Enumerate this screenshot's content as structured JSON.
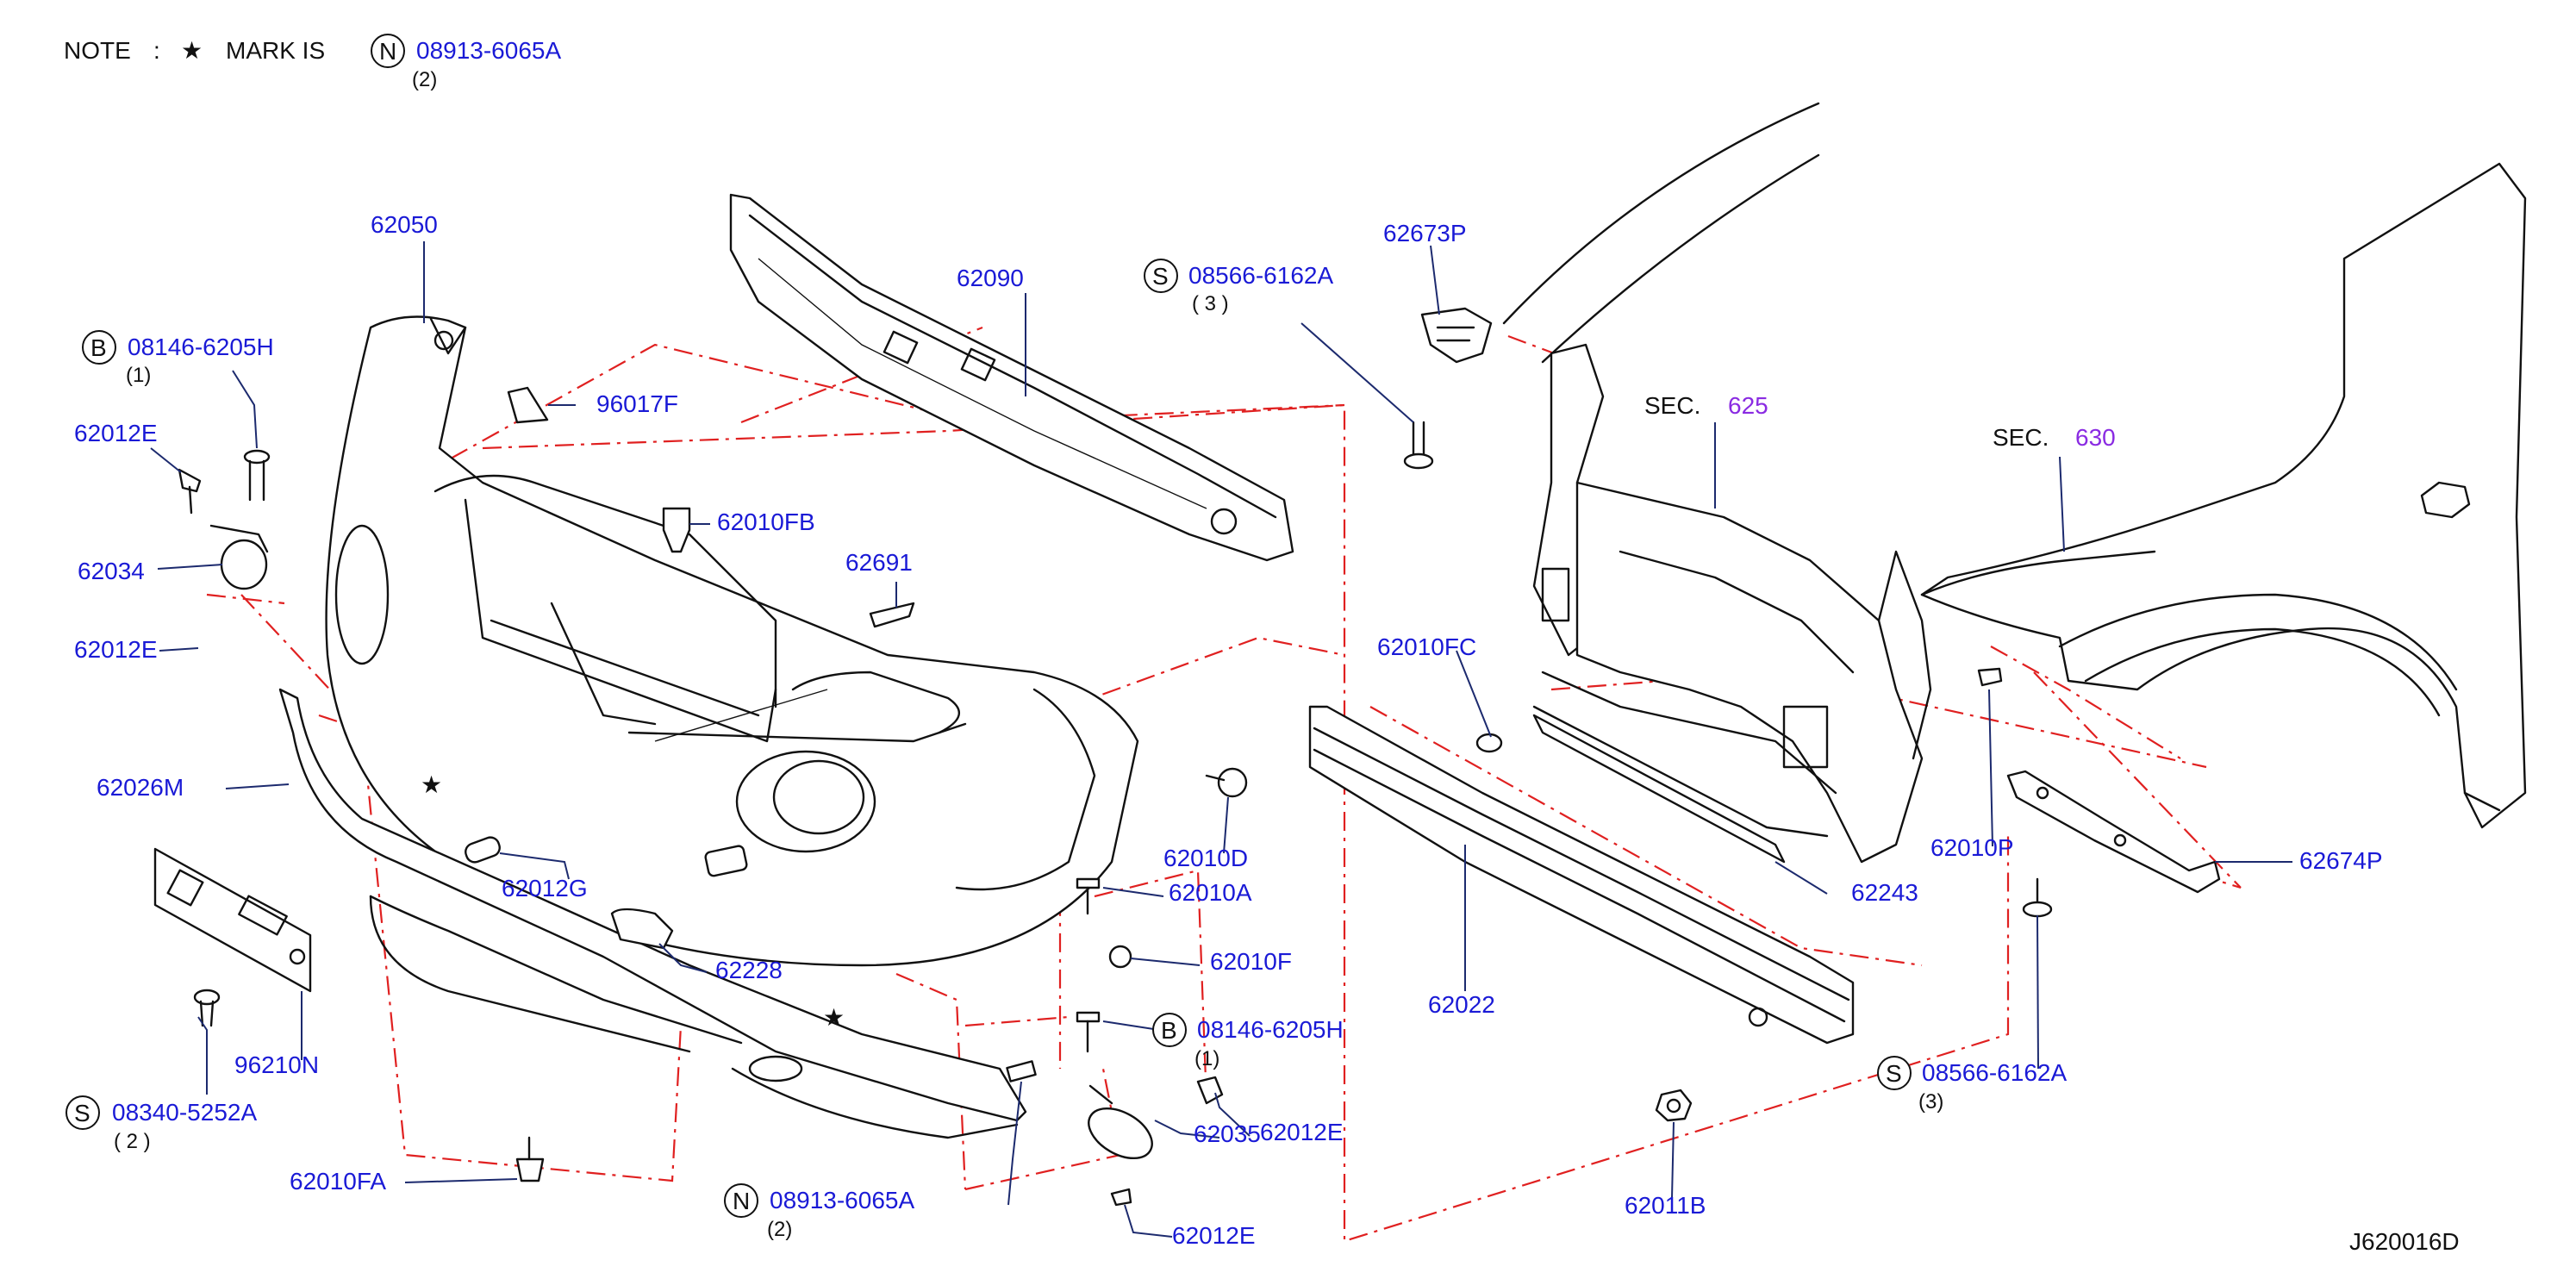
{
  "note": {
    "prefix": "NOTE",
    "colon": ":",
    "star": "★",
    "mark_is": "MARK  IS",
    "symbol": "N",
    "part": "08913-6065A",
    "qty": "(2)"
  },
  "labels": {
    "p62050": "62050",
    "p62090": "62090",
    "p96017F": "96017F",
    "p62010FB": "62010FB",
    "p62691": "62691",
    "p62012E_a": "62012E",
    "p62034": "62034",
    "p62012E_b": "62012E",
    "p62026M": "62026M",
    "p62012G": "62012G",
    "p62228": "62228",
    "p96210N": "96210N",
    "p62010FA": "62010FA",
    "p62010D": "62010D",
    "p62010A": "62010A",
    "p62010F": "62010F",
    "p62035": "62035",
    "p62012E_c": "62012E",
    "p62012E_d": "62012E",
    "p62673P": "62673P",
    "p62010FC": "62010FC",
    "p62022": "62022",
    "p62243": "62243",
    "p62010P": "62010P",
    "p62674P": "62674P",
    "p62011B": "62011B"
  },
  "callouts": {
    "b_top": {
      "symbol": "B",
      "part": "08146-6205H",
      "qty": "(1)"
    },
    "b_bottom": {
      "symbol": "B",
      "part": "08146-6205H",
      "qty": "(1)"
    },
    "s_top": {
      "symbol": "S",
      "part": "08566-6162A",
      "qty": "( 3 )"
    },
    "s_right": {
      "symbol": "S",
      "part": "08566-6162A",
      "qty": "(3)"
    },
    "s_left": {
      "symbol": "S",
      "part": "08340-5252A",
      "qty": "( 2 )"
    },
    "n_bottom": {
      "symbol": "N",
      "part": "08913-6065A",
      "qty": "(2)"
    }
  },
  "sections": {
    "sec625": {
      "prefix": "SEC.",
      "number": "625"
    },
    "sec630": {
      "prefix": "SEC.",
      "number": "630"
    }
  },
  "stars": [
    "★",
    "★"
  ],
  "diagram_id": "J620016D",
  "colors": {
    "label": "#1a1ad6",
    "section_number": "#8a2be2",
    "dashed_lines": "#e02020",
    "linework": "#111111"
  }
}
